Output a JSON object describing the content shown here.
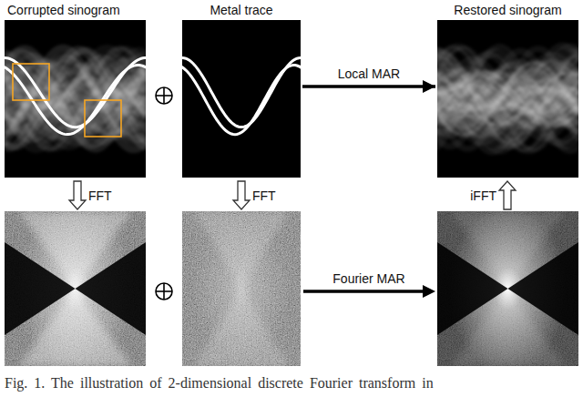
{
  "diagram": {
    "caption": "Fig. 1. The illustration of 2-dimensional discrete Fourier transform in",
    "nodes": [
      {
        "text": [
          "Corrupted sinogram"
        ]
      },
      {
        "text": [
          "Metal trace"
        ]
      },
      {
        "text": [
          "Restored sinogram"
        ]
      }
    ],
    "edges": [
      {
        "from": 1,
        "to": 2,
        "arrow": "to",
        "label": "Local MAR"
      }
    ],
    "labels": [
      "FFT",
      "FFT",
      "iFFT",
      "Fourier MAR"
    ]
  }
}
